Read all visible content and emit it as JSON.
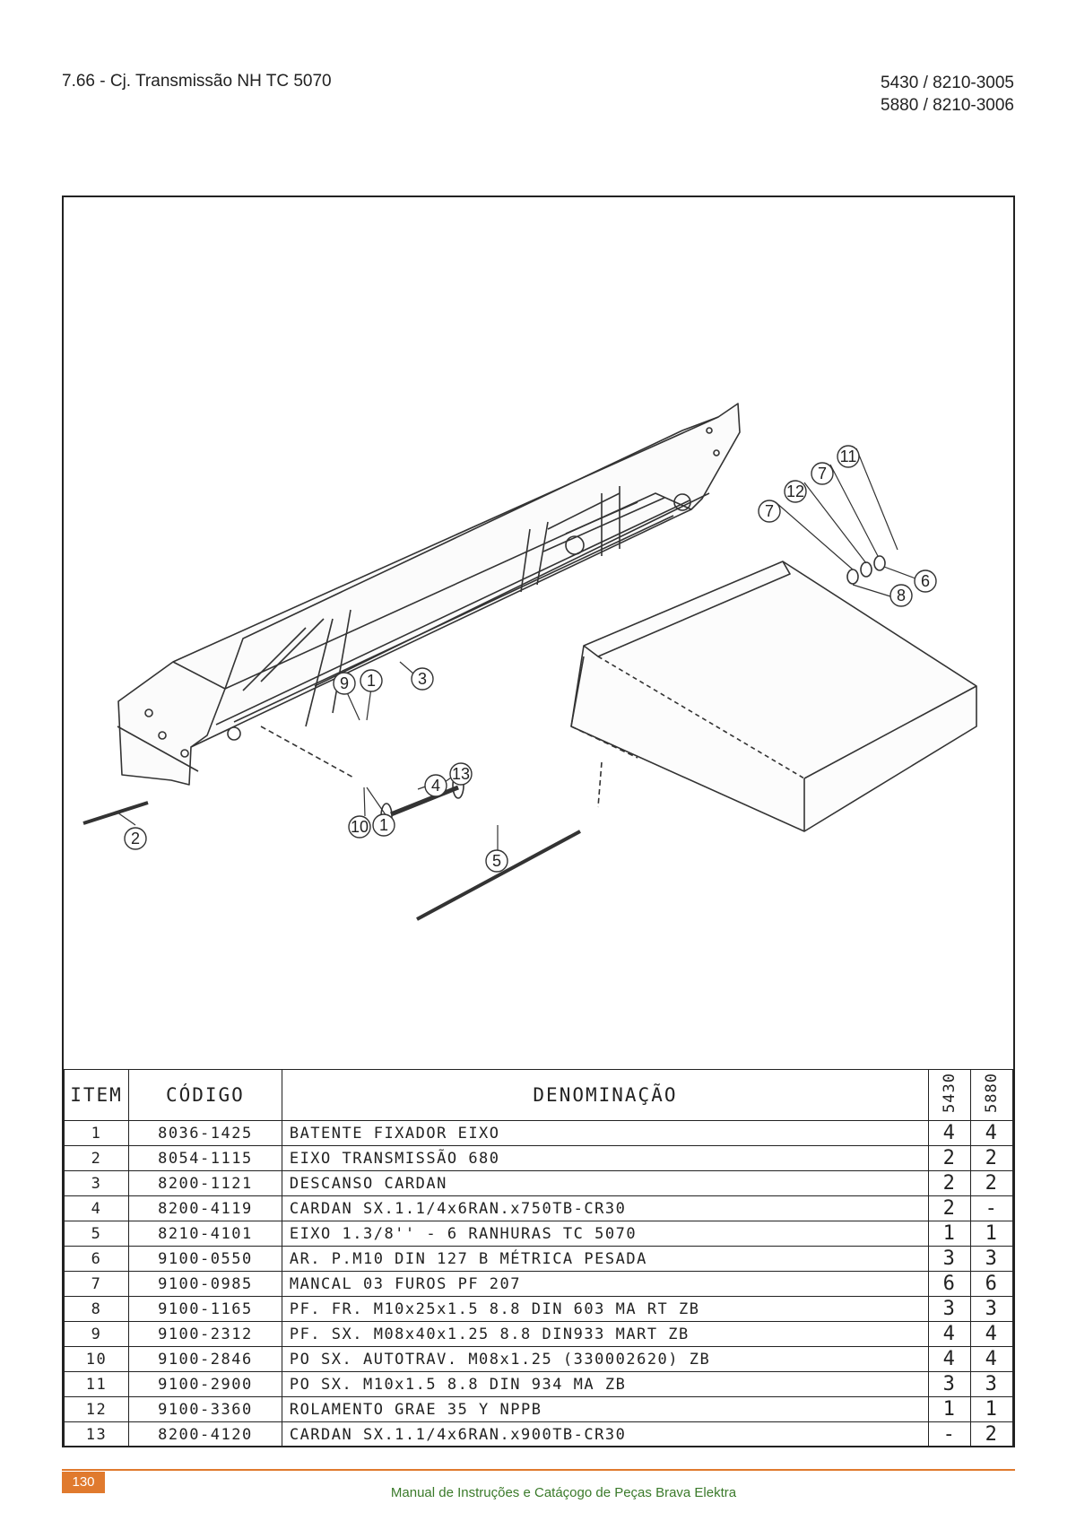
{
  "header": {
    "title": "7.66 - Cj. Transmissão NH TC 5070",
    "codes": [
      "5430 / 8210-3005",
      "5880 / 8210-3006"
    ]
  },
  "drawing": {
    "callouts": [
      "7",
      "12",
      "7",
      "11",
      "6",
      "8",
      "9",
      "1",
      "3",
      "4",
      "13",
      "10",
      "1",
      "2",
      "5"
    ]
  },
  "table": {
    "headers": {
      "item": "ITEM",
      "code": "CÓDIGO",
      "name": "DENOMINAÇÃO",
      "model_a": "5430",
      "model_b": "5880"
    },
    "rows": [
      {
        "item": "1",
        "code": "8036-1425",
        "name": "BATENTE FIXADOR EIXO",
        "q1": "4",
        "q2": "4"
      },
      {
        "item": "2",
        "code": "8054-1115",
        "name": "EIXO TRANSMISSÃO 680",
        "q1": "2",
        "q2": "2"
      },
      {
        "item": "3",
        "code": "8200-1121",
        "name": "DESCANSO CARDAN",
        "q1": "2",
        "q2": "2"
      },
      {
        "item": "4",
        "code": "8200-4119",
        "name": "CARDAN SX.1.1/4x6RAN.x750TB-CR30",
        "q1": "2",
        "q2": "-"
      },
      {
        "item": "5",
        "code": "8210-4101",
        "name": "EIXO 1.3/8'' - 6 RANHURAS TC 5070",
        "q1": "1",
        "q2": "1"
      },
      {
        "item": "6",
        "code": "9100-0550",
        "name": "AR. P.M10 DIN 127 B MÉTRICA PESADA",
        "q1": "3",
        "q2": "3"
      },
      {
        "item": "7",
        "code": "9100-0985",
        "name": "MANCAL 03 FUROS PF 207",
        "q1": "6",
        "q2": "6"
      },
      {
        "item": "8",
        "code": "9100-1165",
        "name": "PF. FR. M10x25x1.5 8.8 DIN 603 MA RT ZB",
        "q1": "3",
        "q2": "3"
      },
      {
        "item": "9",
        "code": "9100-2312",
        "name": "PF. SX. M08x40x1.25 8.8 DIN933 MART ZB",
        "q1": "4",
        "q2": "4"
      },
      {
        "item": "10",
        "code": "9100-2846",
        "name": "PO SX. AUTOTRAV. M08x1.25 (330002620) ZB",
        "q1": "4",
        "q2": "4"
      },
      {
        "item": "11",
        "code": "9100-2900",
        "name": "PO SX. M10x1.5 8.8 DIN 934 MA ZB",
        "q1": "3",
        "q2": "3"
      },
      {
        "item": "12",
        "code": "9100-3360",
        "name": "ROLAMENTO GRAE 35 Y NPPB",
        "q1": "1",
        "q2": "1"
      },
      {
        "item": "13",
        "code": "8200-4120",
        "name": "CARDAN SX.1.1/4x6RAN.x900TB-CR30",
        "q1": "-",
        "q2": "2"
      }
    ]
  },
  "footer": {
    "page": "130",
    "text": "Manual de Instruções e Catáçogo de Peças Brava Elektra",
    "accent_color": "#e07a2e"
  }
}
